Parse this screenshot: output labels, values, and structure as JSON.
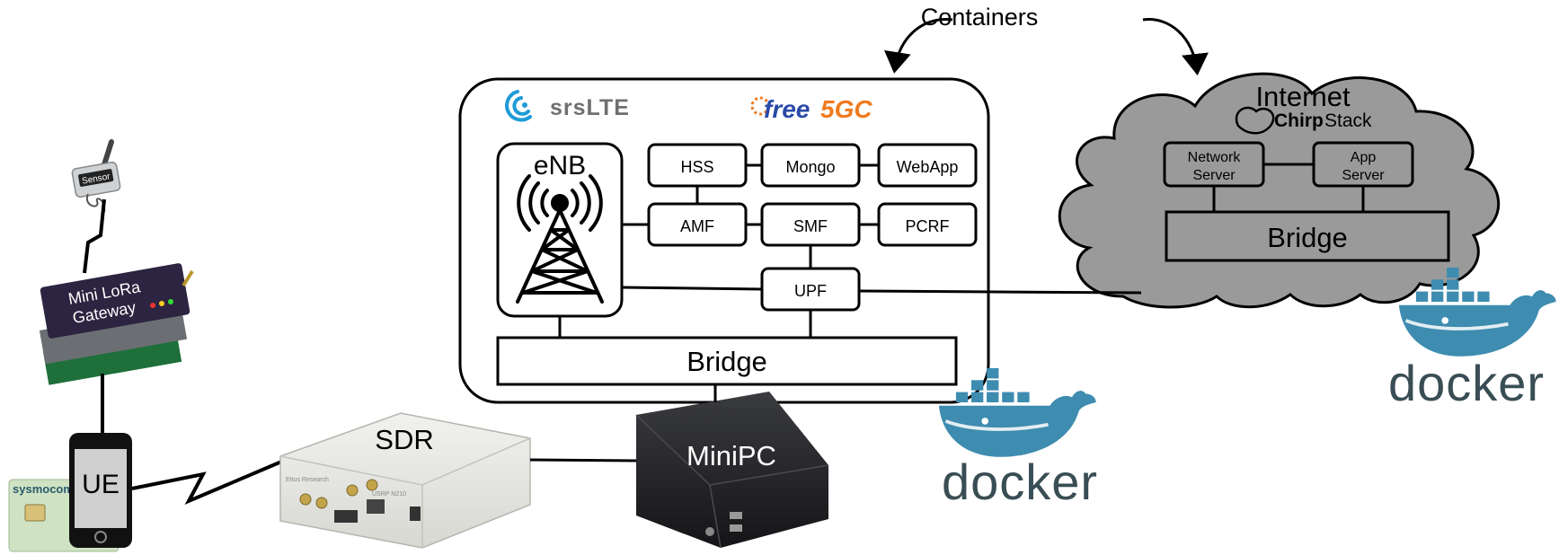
{
  "header": {
    "containers_label": "Containers"
  },
  "core": {
    "srslte_logo": "srsLTE",
    "free5gc_logo_a": "free",
    "free5gc_logo_b": "5GC",
    "enb_label": "eNB",
    "nodes": {
      "hss": "HSS",
      "mongo": "Mongo",
      "webapp": "WebApp",
      "amf": "AMF",
      "smf": "SMF",
      "pcrf": "PCRF",
      "upf": "UPF"
    },
    "bridge_label": "Bridge"
  },
  "cloud": {
    "internet_label": "Internet",
    "chirpstack_logo_a": "Chirp",
    "chirpstack_logo_b": "Stack",
    "network_server_line1": "Network",
    "network_server_line2": "Server",
    "app_server_line1": "App",
    "app_server_line2": "Server",
    "bridge_label": "Bridge"
  },
  "devices": {
    "sensor_label": "Sensor",
    "gateway_line1": "Mini LoRa",
    "gateway_line2": "Gateway",
    "ue_label": "UE",
    "sim_label": "sysmocom",
    "sdr_label": "SDR",
    "sdr_brand": "Ettus Research",
    "sdr_model": "USRP N210",
    "minipc_label": "MiniPC"
  },
  "docker_logos": {
    "text": "docker"
  },
  "colors": {
    "docker_blue": "#3e8cb0",
    "docker_text": "#394d54",
    "cloud_gray": "#9a9a9a",
    "srslte_blue": "#1f9bd7",
    "free5gc_blue": "#2a4aa8",
    "free5gc_orange": "#f07a1e",
    "gateway_purple": "#2c2440",
    "minipc_dark": "#232427",
    "sim_green": "#cfe3c4"
  }
}
